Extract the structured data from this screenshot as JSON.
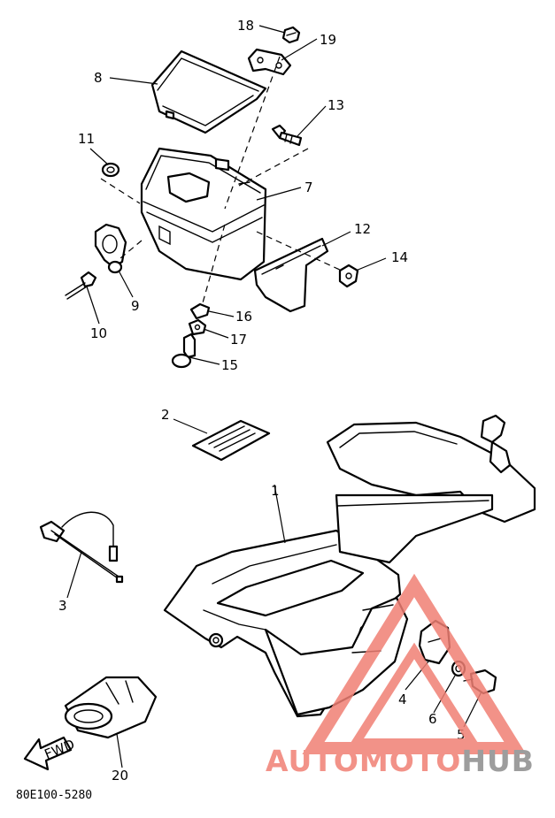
{
  "parts": [
    {
      "id": "p1",
      "label": "1"
    },
    {
      "id": "p2",
      "label": "2"
    },
    {
      "id": "p3",
      "label": "3"
    },
    {
      "id": "p4",
      "label": "4"
    },
    {
      "id": "p5",
      "label": "5"
    },
    {
      "id": "p6",
      "label": "6"
    },
    {
      "id": "p7",
      "label": "7"
    },
    {
      "id": "p8",
      "label": "8"
    },
    {
      "id": "p9",
      "label": "9"
    },
    {
      "id": "p10",
      "label": "10"
    },
    {
      "id": "p11",
      "label": "11"
    },
    {
      "id": "p12",
      "label": "12"
    },
    {
      "id": "p13",
      "label": "13"
    },
    {
      "id": "p14",
      "label": "14"
    },
    {
      "id": "p15",
      "label": "15"
    },
    {
      "id": "p16",
      "label": "16"
    },
    {
      "id": "p17",
      "label": "17"
    },
    {
      "id": "p18",
      "label": "18"
    },
    {
      "id": "p19",
      "label": "19"
    },
    {
      "id": "p20",
      "label": "20"
    }
  ],
  "fwd_label": "FWD",
  "diagram_code": "80E100-5280",
  "watermark": {
    "word_auto": "AUTO",
    "word_moto": "MOTO",
    "word_hub": "HUB",
    "color_accent": "#f07f74",
    "color_gray": "#8c8c8c"
  }
}
